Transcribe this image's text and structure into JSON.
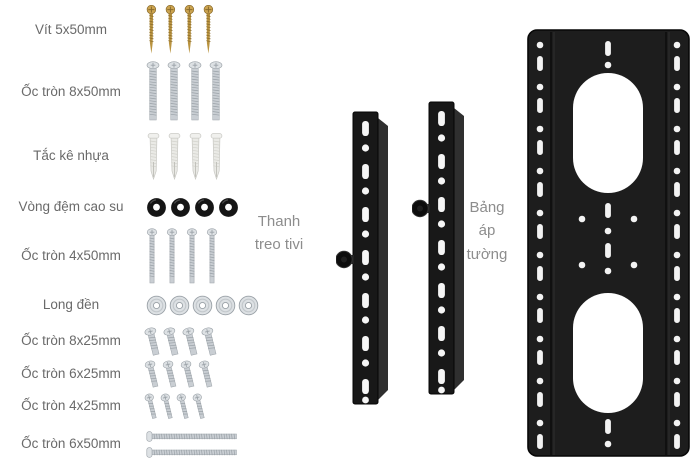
{
  "labels": {
    "center": "Thanh treo tivi",
    "right": "Bảng áp tường"
  },
  "parts": [
    {
      "label": "Vít 5x50mm",
      "count": 4,
      "icon": "screw_gold"
    },
    {
      "label": "Ốc tròn 8x50mm",
      "count": 4,
      "icon": "bolt_8x50"
    },
    {
      "label": "Tắc kê nhựa",
      "count": 4,
      "icon": "anchor"
    },
    {
      "label": "Vòng đệm cao su",
      "count": 4,
      "icon": "rubber_washer"
    },
    {
      "label": "Ốc tròn 4x50mm",
      "count": 4,
      "icon": "bolt_4x50"
    },
    {
      "label": "Long đền",
      "count": 5,
      "icon": "washer"
    },
    {
      "label": "Ốc tròn 8x25mm",
      "count": 4,
      "icon": "bolt_8x25"
    },
    {
      "label": "Ốc tròn 6x25mm",
      "count": 4,
      "icon": "bolt_6x25"
    },
    {
      "label": "Ốc tròn 4x25mm",
      "count": 4,
      "icon": "bolt_4x25"
    },
    {
      "label": "Ốc tròn 6x50mm",
      "count": 2,
      "icon": "bolt_6x50h"
    }
  ],
  "colors": {
    "gold": "#b9933f",
    "gold_light": "#cda551",
    "gold_dark": "#8a6b2c",
    "metal": "#c9ced3",
    "metal_light": "#dde1e4",
    "metal_dark": "#9aa1a7",
    "bracket_black": "#181818",
    "label_text": "#6a6a6a"
  }
}
